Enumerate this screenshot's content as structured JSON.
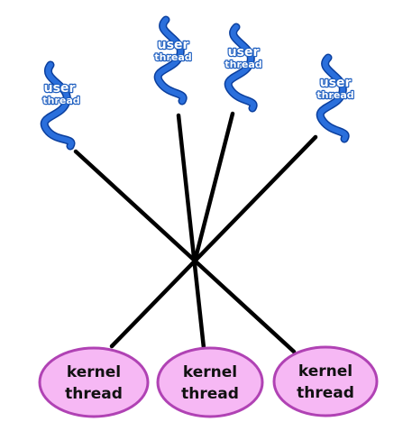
{
  "diagram": {
    "colors": {
      "squiggle": "#2a6fdc",
      "squiggle_dark": "#0b3f9e",
      "kernel_fill": "#f6b8f4",
      "kernel_stroke": "#b042b4",
      "line": "#000000"
    },
    "user_threads": [
      {
        "line1": "user",
        "line2": "thread"
      },
      {
        "line1": "user",
        "line2": "thread"
      },
      {
        "line1": "user",
        "line2": "thread"
      },
      {
        "line1": "user",
        "line2": "thread"
      }
    ],
    "kernel_threads": [
      {
        "line1": "kernel",
        "line2": "thread"
      },
      {
        "line1": "kernel",
        "line2": "thread"
      },
      {
        "line1": "kernel",
        "line2": "thread"
      }
    ]
  }
}
